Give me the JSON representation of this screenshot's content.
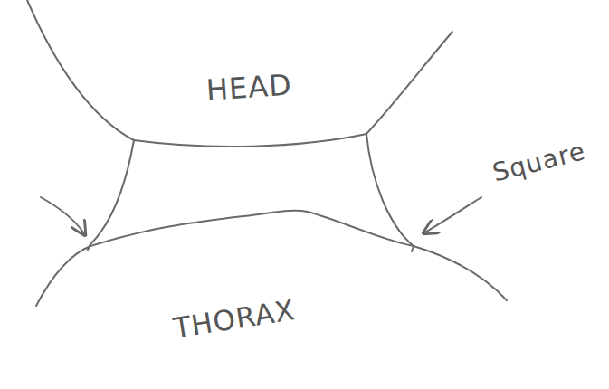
{
  "diagram": {
    "labels": [
      "HEAD",
      "THORAX",
      "Square"
    ]
  }
}
